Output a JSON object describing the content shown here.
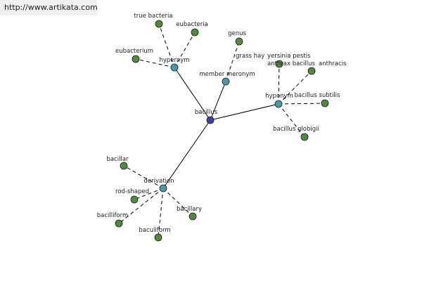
{
  "banner": {
    "url": "http://www.artikata.com"
  },
  "colors": {
    "center": "#3b3f9e",
    "relation": "#4a9aa3",
    "term": "#4f8a3e",
    "edge": "#000000"
  },
  "center": {
    "label": "bacillus"
  },
  "relations": [
    {
      "label": "hypernym",
      "terms": [
        "true bacteria",
        "eubacteria",
        "eubacterium"
      ]
    },
    {
      "label": "member meronym",
      "terms": [
        "genus"
      ]
    },
    {
      "label": "hyponym",
      "terms": [
        "grass hay",
        "yersinia pestis",
        "anthrax bacillus",
        "anthracis",
        "bacillus subtilis",
        "bacillus globigii"
      ]
    },
    {
      "label": "derivation",
      "terms": [
        "bacillar",
        "rod-shaped",
        "bacilliform",
        "baculiform",
        "bacillary"
      ]
    }
  ]
}
